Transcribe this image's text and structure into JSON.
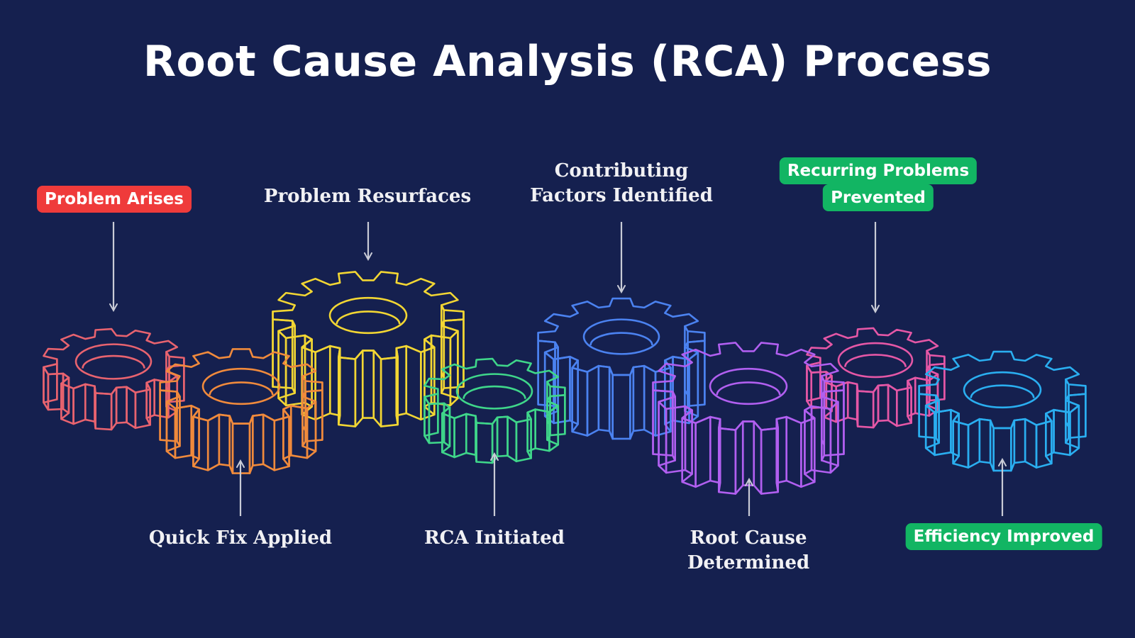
{
  "title": "Root Cause Analysis (RCA) Process",
  "labels": {
    "problem_arises": "Problem Arises",
    "quick_fix_applied": "Quick Fix Applied",
    "problem_resurfaces": "Problem Resurfaces",
    "rca_initiated": "RCA Initiated",
    "contributing_factors": [
      "Contributing",
      "Factors Identified"
    ],
    "root_cause_determined": [
      "Root Cause",
      "Determined"
    ],
    "recurring_problems_prevented": [
      "Recurring Problems",
      "Prevented"
    ],
    "efficiency_improved": "Efficiency Improved"
  },
  "colors": {
    "background": "#15204f",
    "highlight_red": "#ef3b3b",
    "highlight_green": "#12b563",
    "arrow": "#c9cbd6",
    "gear_problem_arises": "#e8636f",
    "gear_quick_fix": "#f08a3c",
    "gear_problem_resurfaces": "#f2d633",
    "gear_rca_initiated": "#3fd68a",
    "gear_contributing_factors": "#4b82f0",
    "gear_root_cause": "#b15ff0",
    "gear_recurring_prevented": "#e557a6",
    "gear_efficiency": "#2aaef0"
  }
}
